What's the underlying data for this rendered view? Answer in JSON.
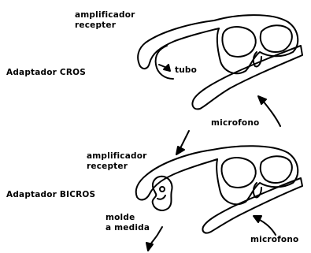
{
  "labels": {
    "top_amplifier": "amplificador",
    "top_receiver": "recepter",
    "tube": "tubo",
    "cros": "Adaptador CROS",
    "top_microphone": "microfono",
    "bottom_amplifier": "amplificador",
    "bottom_receiver": "recepter",
    "bicros": "Adaptador BICROS",
    "mold_line1": "molde",
    "mold_line2": "a medida",
    "bottom_microphone": "microfono"
  }
}
